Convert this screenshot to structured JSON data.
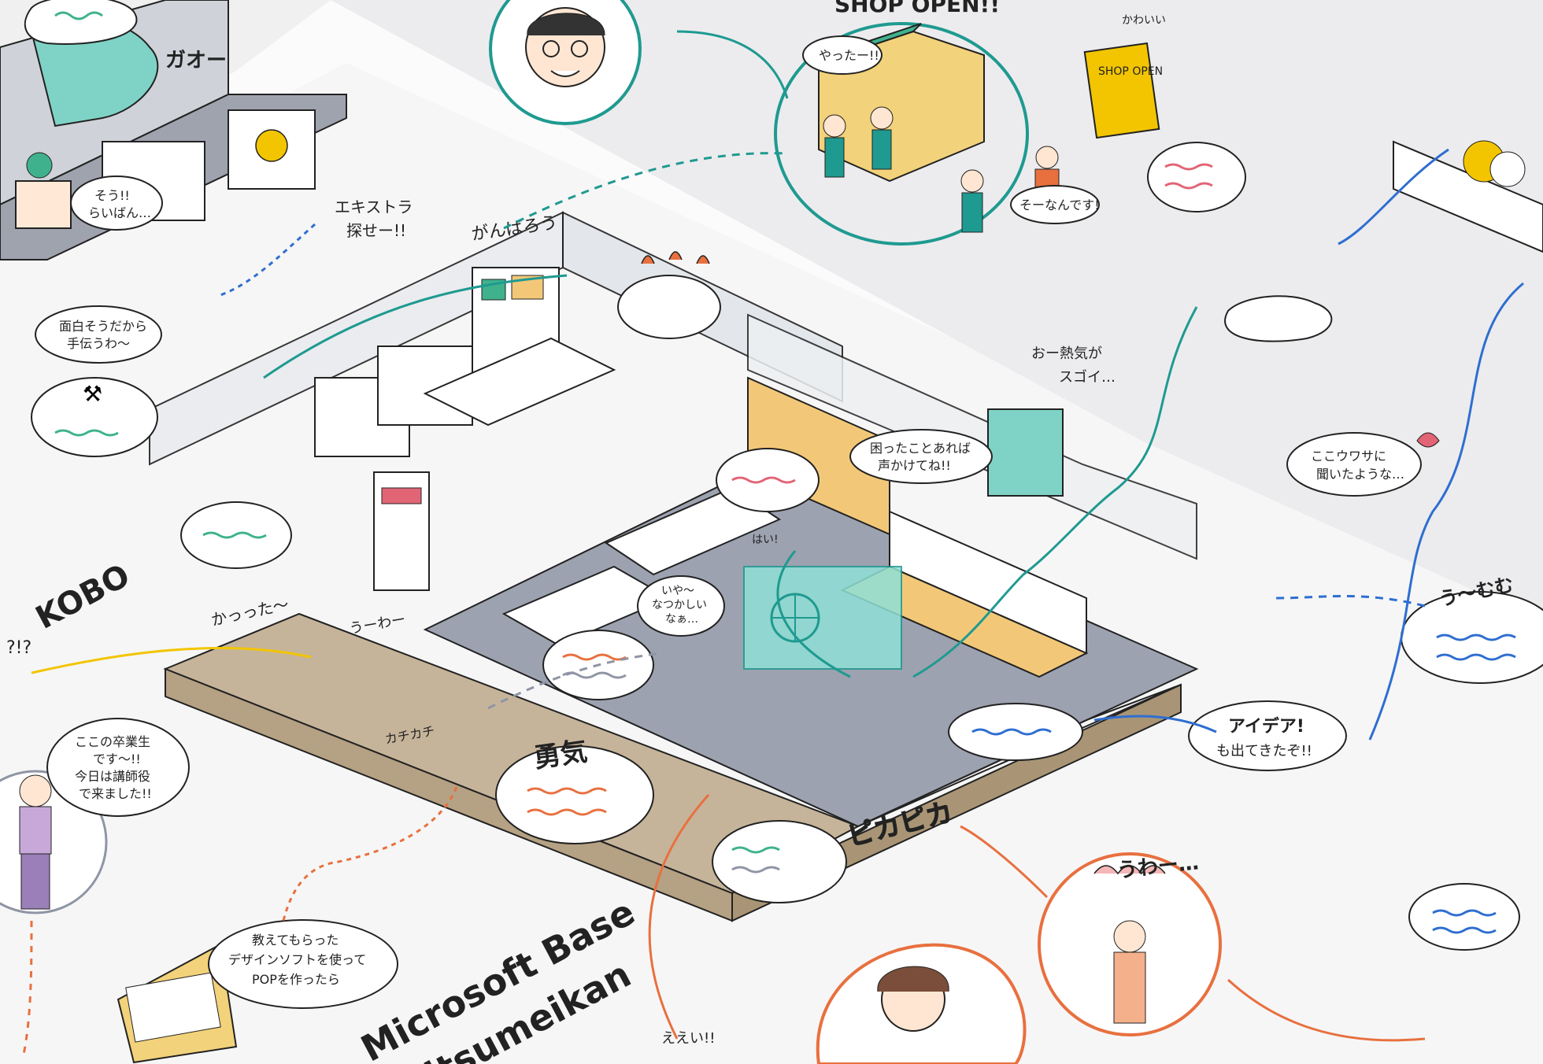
{
  "title": {
    "line1": "Microsoft Base",
    "line2": "Ritsumeikan"
  },
  "zone_label": "KOBO",
  "shop_sign": "SHOP OPEN!!",
  "easel_sign": "SHOP OPEN",
  "captions": {
    "yatta": "やったー!!",
    "kawaii": "かわいい",
    "sou_nandesu": "そーなんです!",
    "gao": "ガオー",
    "sou_raiban": [
      "そう!!",
      "らいばん…"
    ],
    "extra": [
      "エキストラ",
      "探せー!!"
    ],
    "ganbarou": "がんばろう",
    "omoshiro": [
      "面白そうだから",
      "手伝うわ〜"
    ],
    "onetsuki": [
      "おー熱気が",
      "スゴイ…"
    ],
    "komatta": [
      "困ったことあれば",
      "声かけてね!!"
    ],
    "uwasa": [
      "ここウワサに",
      "聞いたような…"
    ],
    "umumu": "う〜むむ",
    "dekita": "かっった〜",
    "uwa_small": "うーわー",
    "question": "?!?",
    "iya": [
      "いや〜",
      "なつかしい",
      "なぁ…"
    ],
    "hai": "はい!",
    "sotsugyosei": [
      "ここの卒業生",
      "です〜!!",
      "今日は講師役",
      "で来ました!!"
    ],
    "kachikachi": "カチカチ",
    "yuuki": "勇気",
    "pikapika": "ピカピカ",
    "idea": [
      "アイデア!",
      "も出てきたぞ!!"
    ],
    "uwaa": "うわー…",
    "ee": "ええい!!",
    "pop": [
      "教えてもらった",
      "デザインソフトを使って",
      "POPを作ったら"
    ]
  },
  "colors": {
    "teal": "#1f9a90",
    "blue": "#2f6ed1",
    "orange": "#e8703f",
    "yellow": "#f2c500",
    "stage": "#c6b49a",
    "floor": "#8f95a5",
    "wall": "#eeeeee"
  }
}
